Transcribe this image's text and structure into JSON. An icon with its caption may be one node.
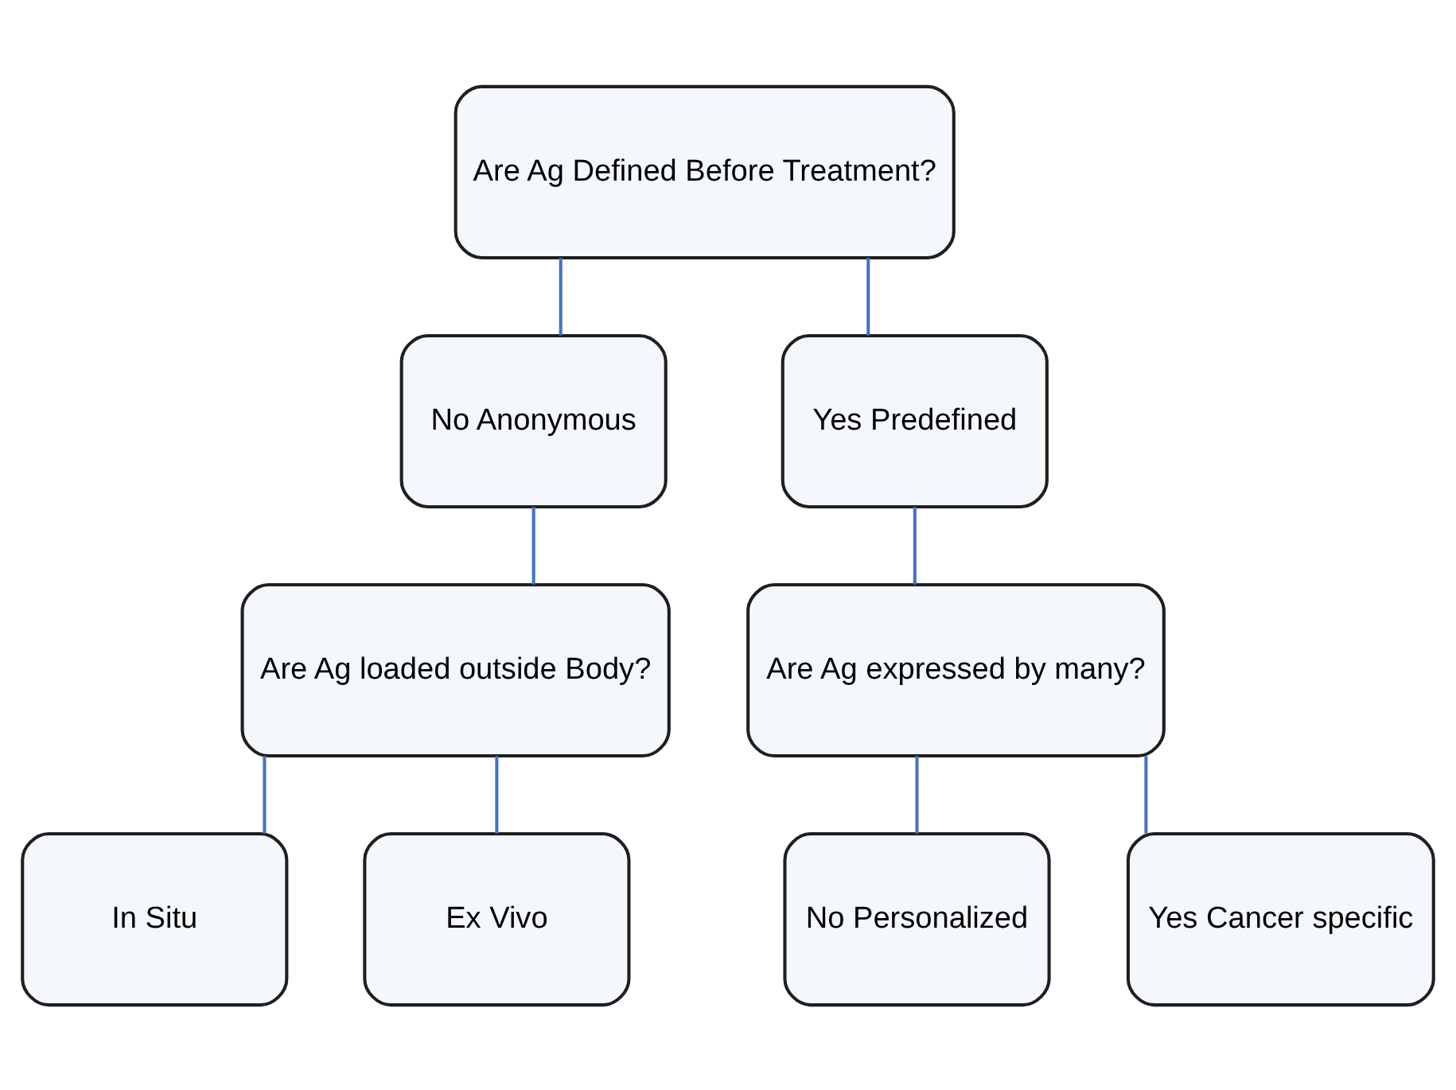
{
  "diagram": {
    "nodes": [
      {
        "text": [
          "Are Ag Defined Before Treatment?"
        ]
      },
      {
        "text": [
          "No Anonymous"
        ]
      },
      {
        "text": [
          "Yes Predefined"
        ]
      },
      {
        "text": [
          "Are Ag loaded outside Body?"
        ]
      },
      {
        "text": [
          "Are Ag expressed by many?"
        ]
      },
      {
        "text": [
          "In Situ"
        ]
      },
      {
        "text": [
          "Ex Vivo"
        ]
      },
      {
        "text": [
          "No Personalized"
        ]
      },
      {
        "text": [
          "Yes Cancer specific"
        ]
      }
    ],
    "edges": [
      {
        "from": 0,
        "to": 1,
        "arrow": "none"
      },
      {
        "from": 0,
        "to": 2,
        "arrow": "none"
      },
      {
        "from": 1,
        "to": 3,
        "arrow": "none"
      },
      {
        "from": 2,
        "to": 4,
        "arrow": "none"
      },
      {
        "from": 3,
        "to": 5,
        "arrow": "none"
      },
      {
        "from": 3,
        "to": 6,
        "arrow": "none"
      },
      {
        "from": 4,
        "to": 7,
        "arrow": "none"
      },
      {
        "from": 4,
        "to": 8,
        "arrow": "none"
      }
    ]
  }
}
